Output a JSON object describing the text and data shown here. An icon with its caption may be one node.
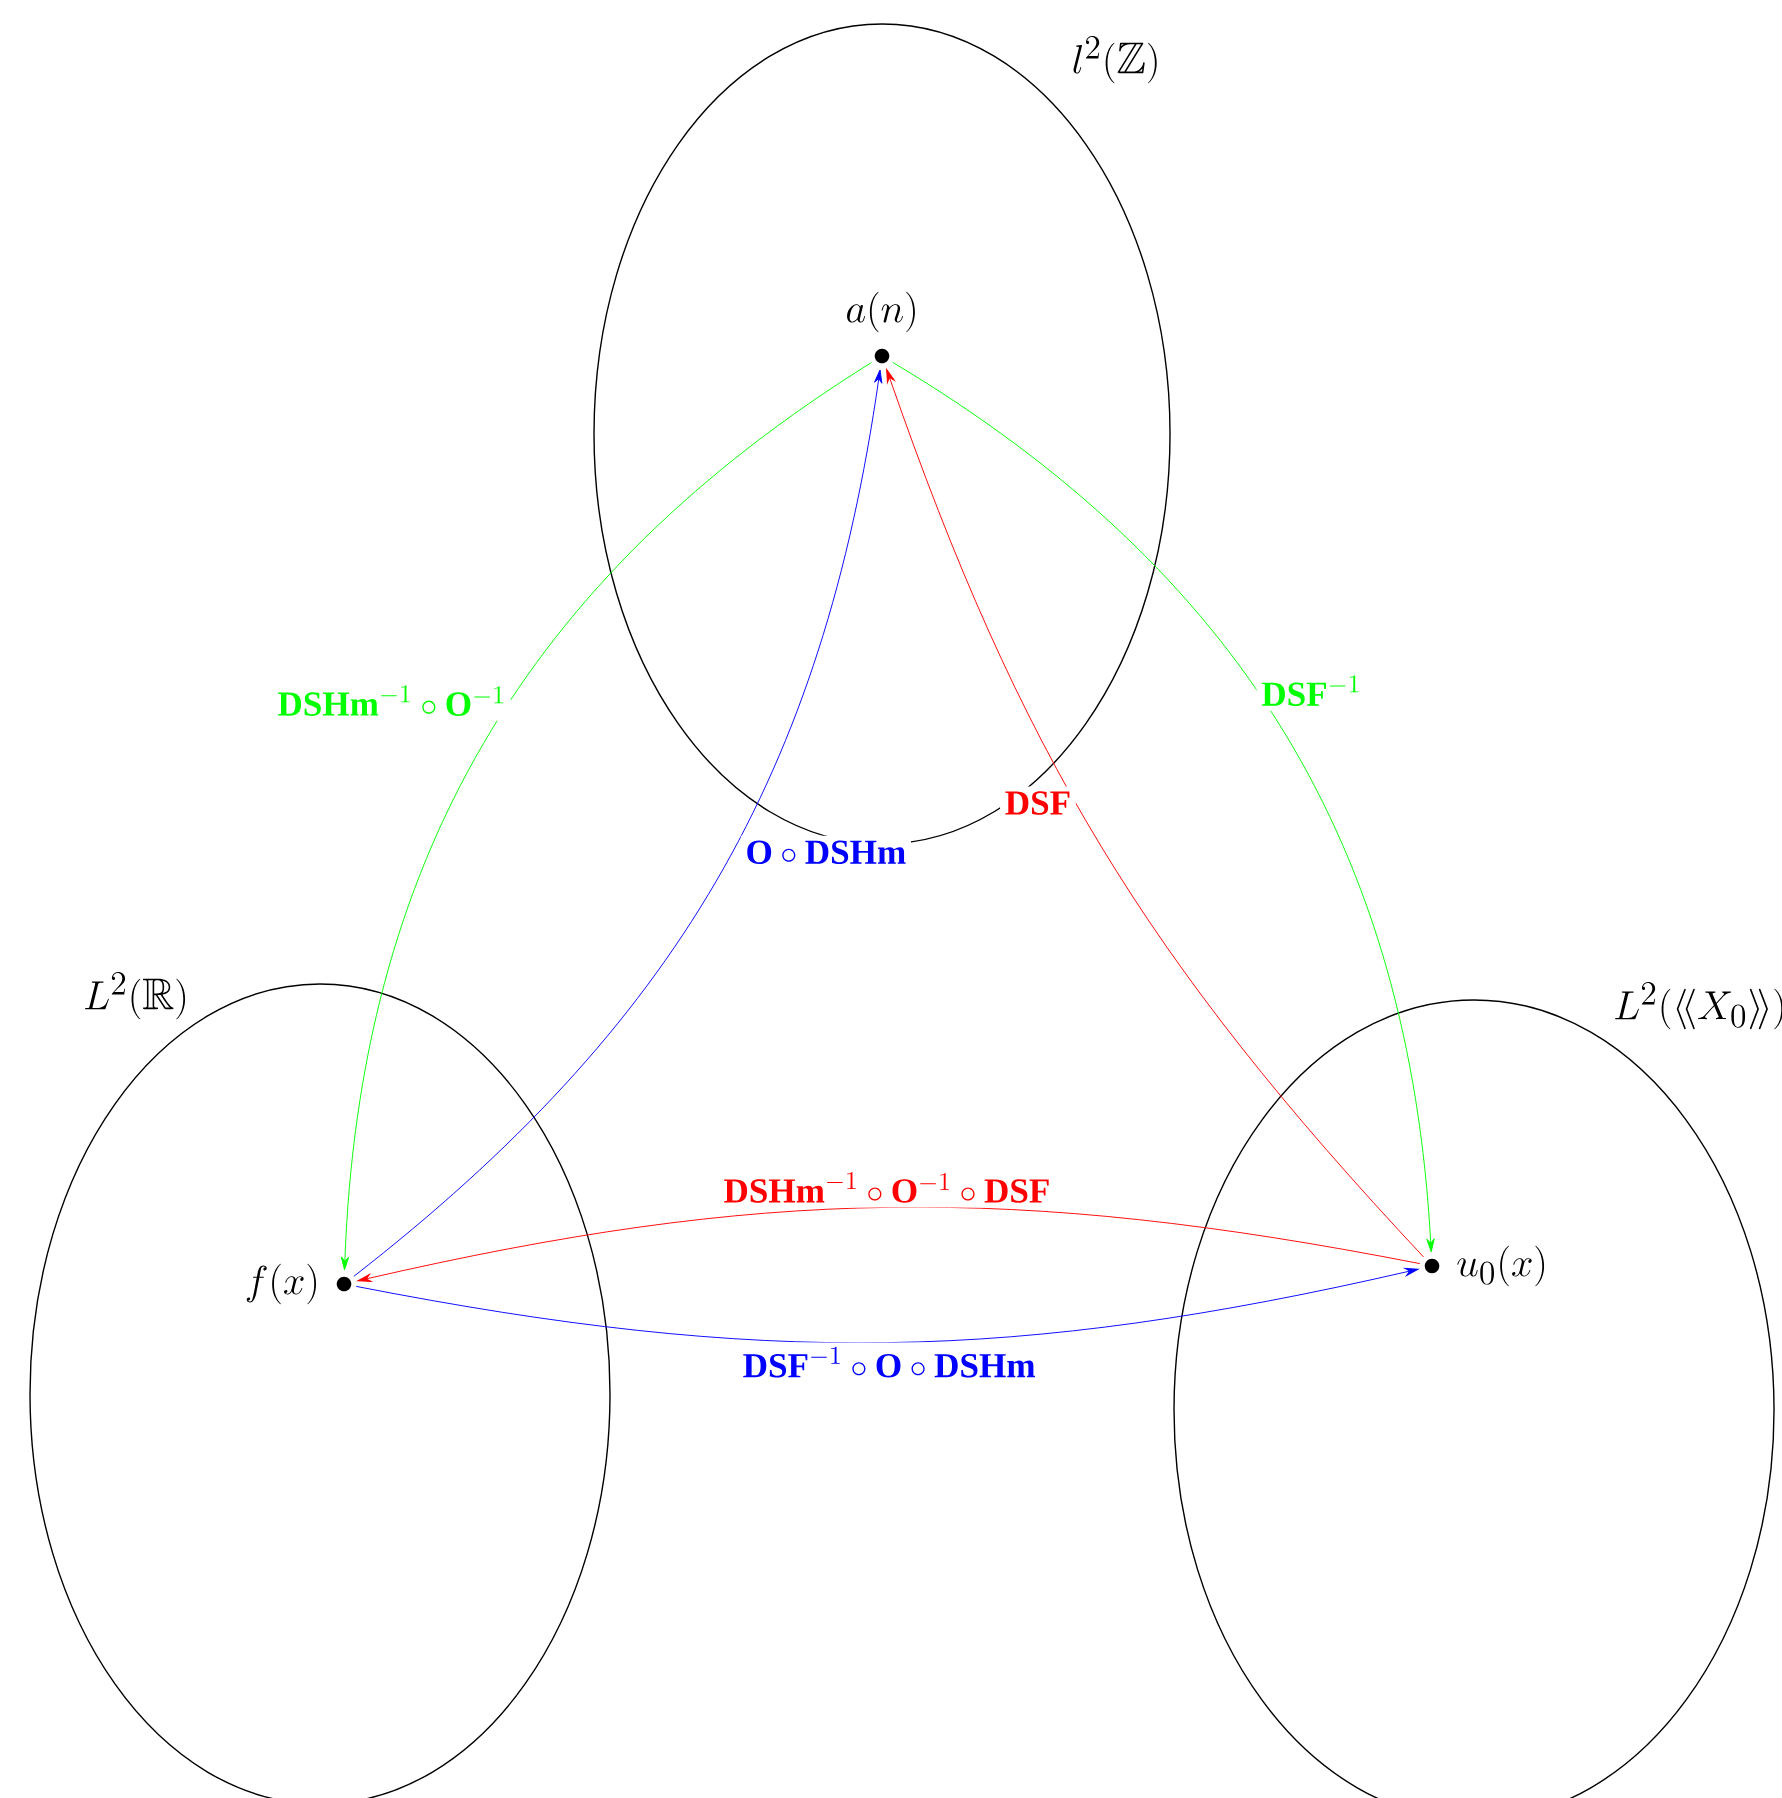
{
  "diagram": {
    "nodes": [
      {
        "text": [
          "l^{2}(\\mathbb{Z})"
        ]
      },
      {
        "text": [
          "a(n)"
        ],
        "in": 0
      },
      {
        "text": [
          "L^{2}(\\mathbb{R})"
        ]
      },
      {
        "text": [
          "f(x)"
        ],
        "in": 2
      },
      {
        "text": [
          "L^{2}(\\langle\\!\\langle X_{0}\\rangle\\!\\rangle)"
        ]
      },
      {
        "text": [
          "u_{0}(x)"
        ],
        "in": 4
      }
    ],
    "edges": [
      {
        "from": 1,
        "to": 3,
        "arrow": "to",
        "label": "\\mathbf{DSHm}^{-1}\\circ\\mathbf{O}^{-1}",
        "color": "#00ff00"
      },
      {
        "from": 3,
        "to": 1,
        "arrow": "to",
        "label": "\\mathbf{O}\\circ\\mathbf{DSHm}",
        "color": "#0000ff"
      },
      {
        "from": 5,
        "to": 1,
        "arrow": "to",
        "label": "\\mathbf{DSF}",
        "color": "#ff0000"
      },
      {
        "from": 1,
        "to": 5,
        "arrow": "to",
        "label": "\\mathbf{DSF}^{-1}",
        "color": "#00ff00"
      },
      {
        "from": 5,
        "to": 3,
        "arrow": "to",
        "label": "\\mathbf{DSHm}^{-1}\\circ\\mathbf{O}^{-1}\\circ\\mathbf{DSF}",
        "color": "#ff0000"
      },
      {
        "from": 3,
        "to": 5,
        "arrow": "to",
        "label": "\\mathbf{DSF}^{-1}\\circ\\mathbf{O}\\circ\\mathbf{DSHm}",
        "color": "#0000ff"
      }
    ]
  }
}
